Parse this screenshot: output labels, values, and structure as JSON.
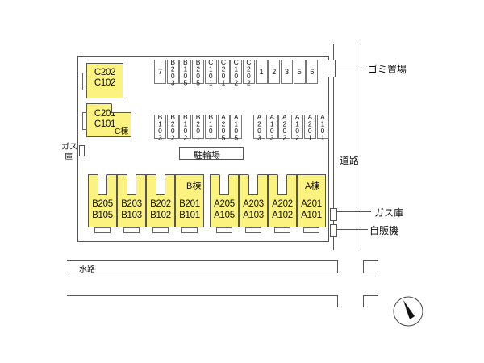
{
  "labels": {
    "garbage": "ゴミ置場",
    "gas_left_1": "ガス",
    "gas_left_2": "庫",
    "gas_right": "ガス庫",
    "vending": "自販機",
    "road": "道路",
    "waterway": "水路",
    "bike_parking": "駐輪場",
    "building_a": "A棟",
    "building_b": "B棟",
    "building_c": "C棟"
  },
  "parking_top_row": [
    "7",
    "B203",
    "B105",
    "B205",
    "C101",
    "C201",
    "C102",
    "C202",
    "1",
    "2",
    "3",
    "5",
    "6"
  ],
  "parking_mid_left": [
    "B103",
    "B202",
    "B102",
    "B201",
    "B101",
    "A205",
    "A105"
  ],
  "parking_mid_right": [
    "A203",
    "A103",
    "A202",
    "A102",
    "A201",
    "A101"
  ],
  "c_units": [
    {
      "top": "C202",
      "bottom": "C102"
    },
    {
      "top": "C201",
      "bottom": "C101"
    }
  ],
  "b_units": [
    {
      "top": "B205",
      "bottom": "B105"
    },
    {
      "top": "B203",
      "bottom": "B103"
    },
    {
      "top": "B202",
      "bottom": "B102"
    },
    {
      "top": "B201",
      "bottom": "B101"
    }
  ],
  "a_units": [
    {
      "top": "A205",
      "bottom": "A105"
    },
    {
      "top": "A203",
      "bottom": "A103"
    },
    {
      "top": "A202",
      "bottom": "A102"
    },
    {
      "top": "A201",
      "bottom": "A101"
    }
  ],
  "colors": {
    "unit_fill": "#fbf27f",
    "line": "#555555"
  }
}
